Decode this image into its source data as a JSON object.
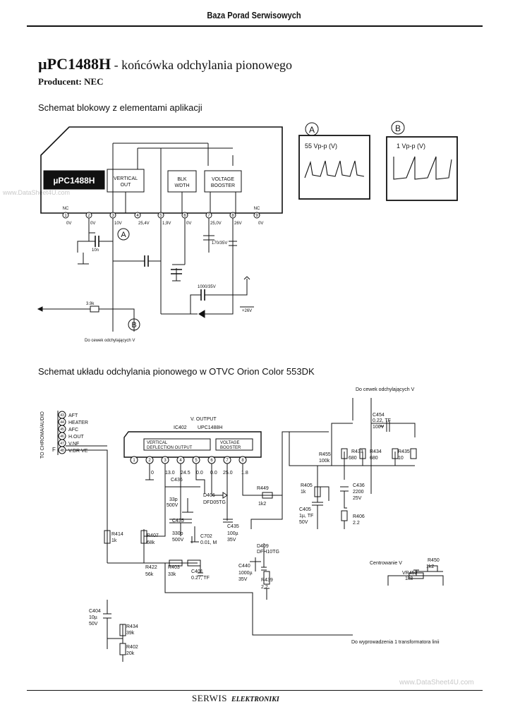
{
  "header": {
    "title": "Baza Porad Serwisowych"
  },
  "page": {
    "title_main": "µPC1488H",
    "title_sub": " - końcówka odchylania pionowego",
    "producer": "Producent: NEC"
  },
  "block_diagram": {
    "section_title": "Schemat blokowy z elementami aplikacji",
    "chip_label": "µPC1488H",
    "blocks": [
      "VERTICAL OUT",
      "BLK WDTH",
      "VOLTAGE BOOSTER"
    ],
    "pins": [
      "1",
      "2",
      "3",
      "4",
      "5",
      "6",
      "7",
      "8",
      "9"
    ],
    "pin_nc_label": "NC",
    "pin_voltages": [
      "0V",
      "0V",
      "10V",
      "25,4V",
      "1,9V",
      "0V",
      "25,0V",
      "26V",
      "0V"
    ],
    "components": {
      "c10n": "10n",
      "c170": "170/35V",
      "c1000": "1000/35V",
      "r3k9": "3.9k",
      "supply": "+26V"
    },
    "probe_a": "A",
    "probe_b": "B",
    "to_coils": "Do cewek odchylających V",
    "scope_a": {
      "label": "55 Vp-p   (V)"
    },
    "scope_b": {
      "label": "1 Vp-p   (V)"
    }
  },
  "schematic": {
    "section_title": "Schemat układu odchylania pionowego w OTVC Orion Color 553DK",
    "side_label": "TO CHROMA/AUDIO",
    "connector_f": "F",
    "connector": [
      {
        "num": "43",
        "label": "AFT"
      },
      {
        "num": "44",
        "label": "HEATER"
      },
      {
        "num": "45",
        "label": "AFC"
      },
      {
        "num": "46",
        "label": "H.OUT"
      },
      {
        "num": "47",
        "label": "V.NF"
      },
      {
        "num": "48",
        "label": "V.DR VE"
      }
    ],
    "ic_ref": "IC402",
    "ic_part": "UPC1488H",
    "ic_function": "V. OUTPUT",
    "ic_block1": "VERTICAL DEFLECTION OUTPUT",
    "ic_block2": "VOLTAGE BOOSTER",
    "pin_voltages": [
      "0",
      "13.0",
      "24.5",
      "0.0",
      "0.0",
      "25.0",
      "1.8"
    ],
    "parts": [
      {
        "ref": "C436",
        "val": "33p 500V"
      },
      {
        "ref": "D406",
        "val": "DFD05TG"
      },
      {
        "ref": "C435",
        "val": "330p 500V"
      },
      {
        "ref": "C702",
        "val": "0.01, M"
      },
      {
        "ref": "C435",
        "val": "100µ 35V"
      },
      {
        "ref": "R407",
        "val": "68k"
      },
      {
        "ref": "R414",
        "val": "1k"
      },
      {
        "ref": "R422",
        "val": "56k"
      },
      {
        "ref": "R403",
        "val": "33k"
      },
      {
        "ref": "C401",
        "val": "0.27, TF"
      },
      {
        "ref": "C404",
        "val": "10µ 50V"
      },
      {
        "ref": "R434",
        "val": "39k"
      },
      {
        "ref": "R402",
        "val": "20k"
      },
      {
        "ref": "R449",
        "val": "1k2"
      },
      {
        "ref": "D409",
        "val": "DFH10TG"
      },
      {
        "ref": "C440",
        "val": "1000µ 35V"
      },
      {
        "ref": "R439",
        "val": "2.2"
      },
      {
        "ref": "C454",
        "val": "0.22, TF 100V"
      },
      {
        "ref": "R455",
        "val": "100k"
      },
      {
        "ref": "R433",
        "val": "680"
      },
      {
        "ref": "R434",
        "val": "680"
      },
      {
        "ref": "R435",
        "val": "10"
      },
      {
        "ref": "R405",
        "val": "1k"
      },
      {
        "ref": "C436",
        "val": "2200 25V"
      },
      {
        "ref": "C405",
        "val": "1µ, TF 50V"
      },
      {
        "ref": "R406",
        "val": "2.2"
      },
      {
        "ref": "R450",
        "val": "1k2"
      },
      {
        "ref": "VR450",
        "val": "1k8"
      }
    ],
    "to_coils": "Do cewek odchylających V",
    "centering": "Centrowanie V",
    "to_flyback": "Do wyprowadzenia 1 transformatora linii"
  },
  "watermarks": {
    "left": "www.DataSheet4U.com",
    "right": "www.DataSheet4U.com"
  },
  "footer": {
    "brand": "SERWIS",
    "brand2": "ELEKTRONIKI"
  }
}
